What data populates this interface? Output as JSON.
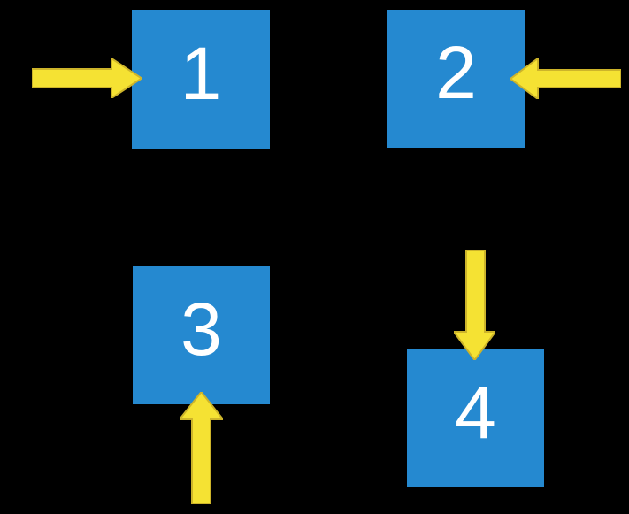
{
  "colors": {
    "background": "#000000",
    "square": "#2589d0",
    "arrow_fill": "#f5e233",
    "arrow_stroke": "#cdb42a",
    "label": "#ffffff"
  },
  "squares": [
    {
      "label": "1",
      "arrow": "points-right-into-left-side"
    },
    {
      "label": "2",
      "arrow": "points-left-into-right-side"
    },
    {
      "label": "3",
      "arrow": "points-up-into-bottom-side"
    },
    {
      "label": "4",
      "arrow": "points-down-into-top-side"
    }
  ]
}
